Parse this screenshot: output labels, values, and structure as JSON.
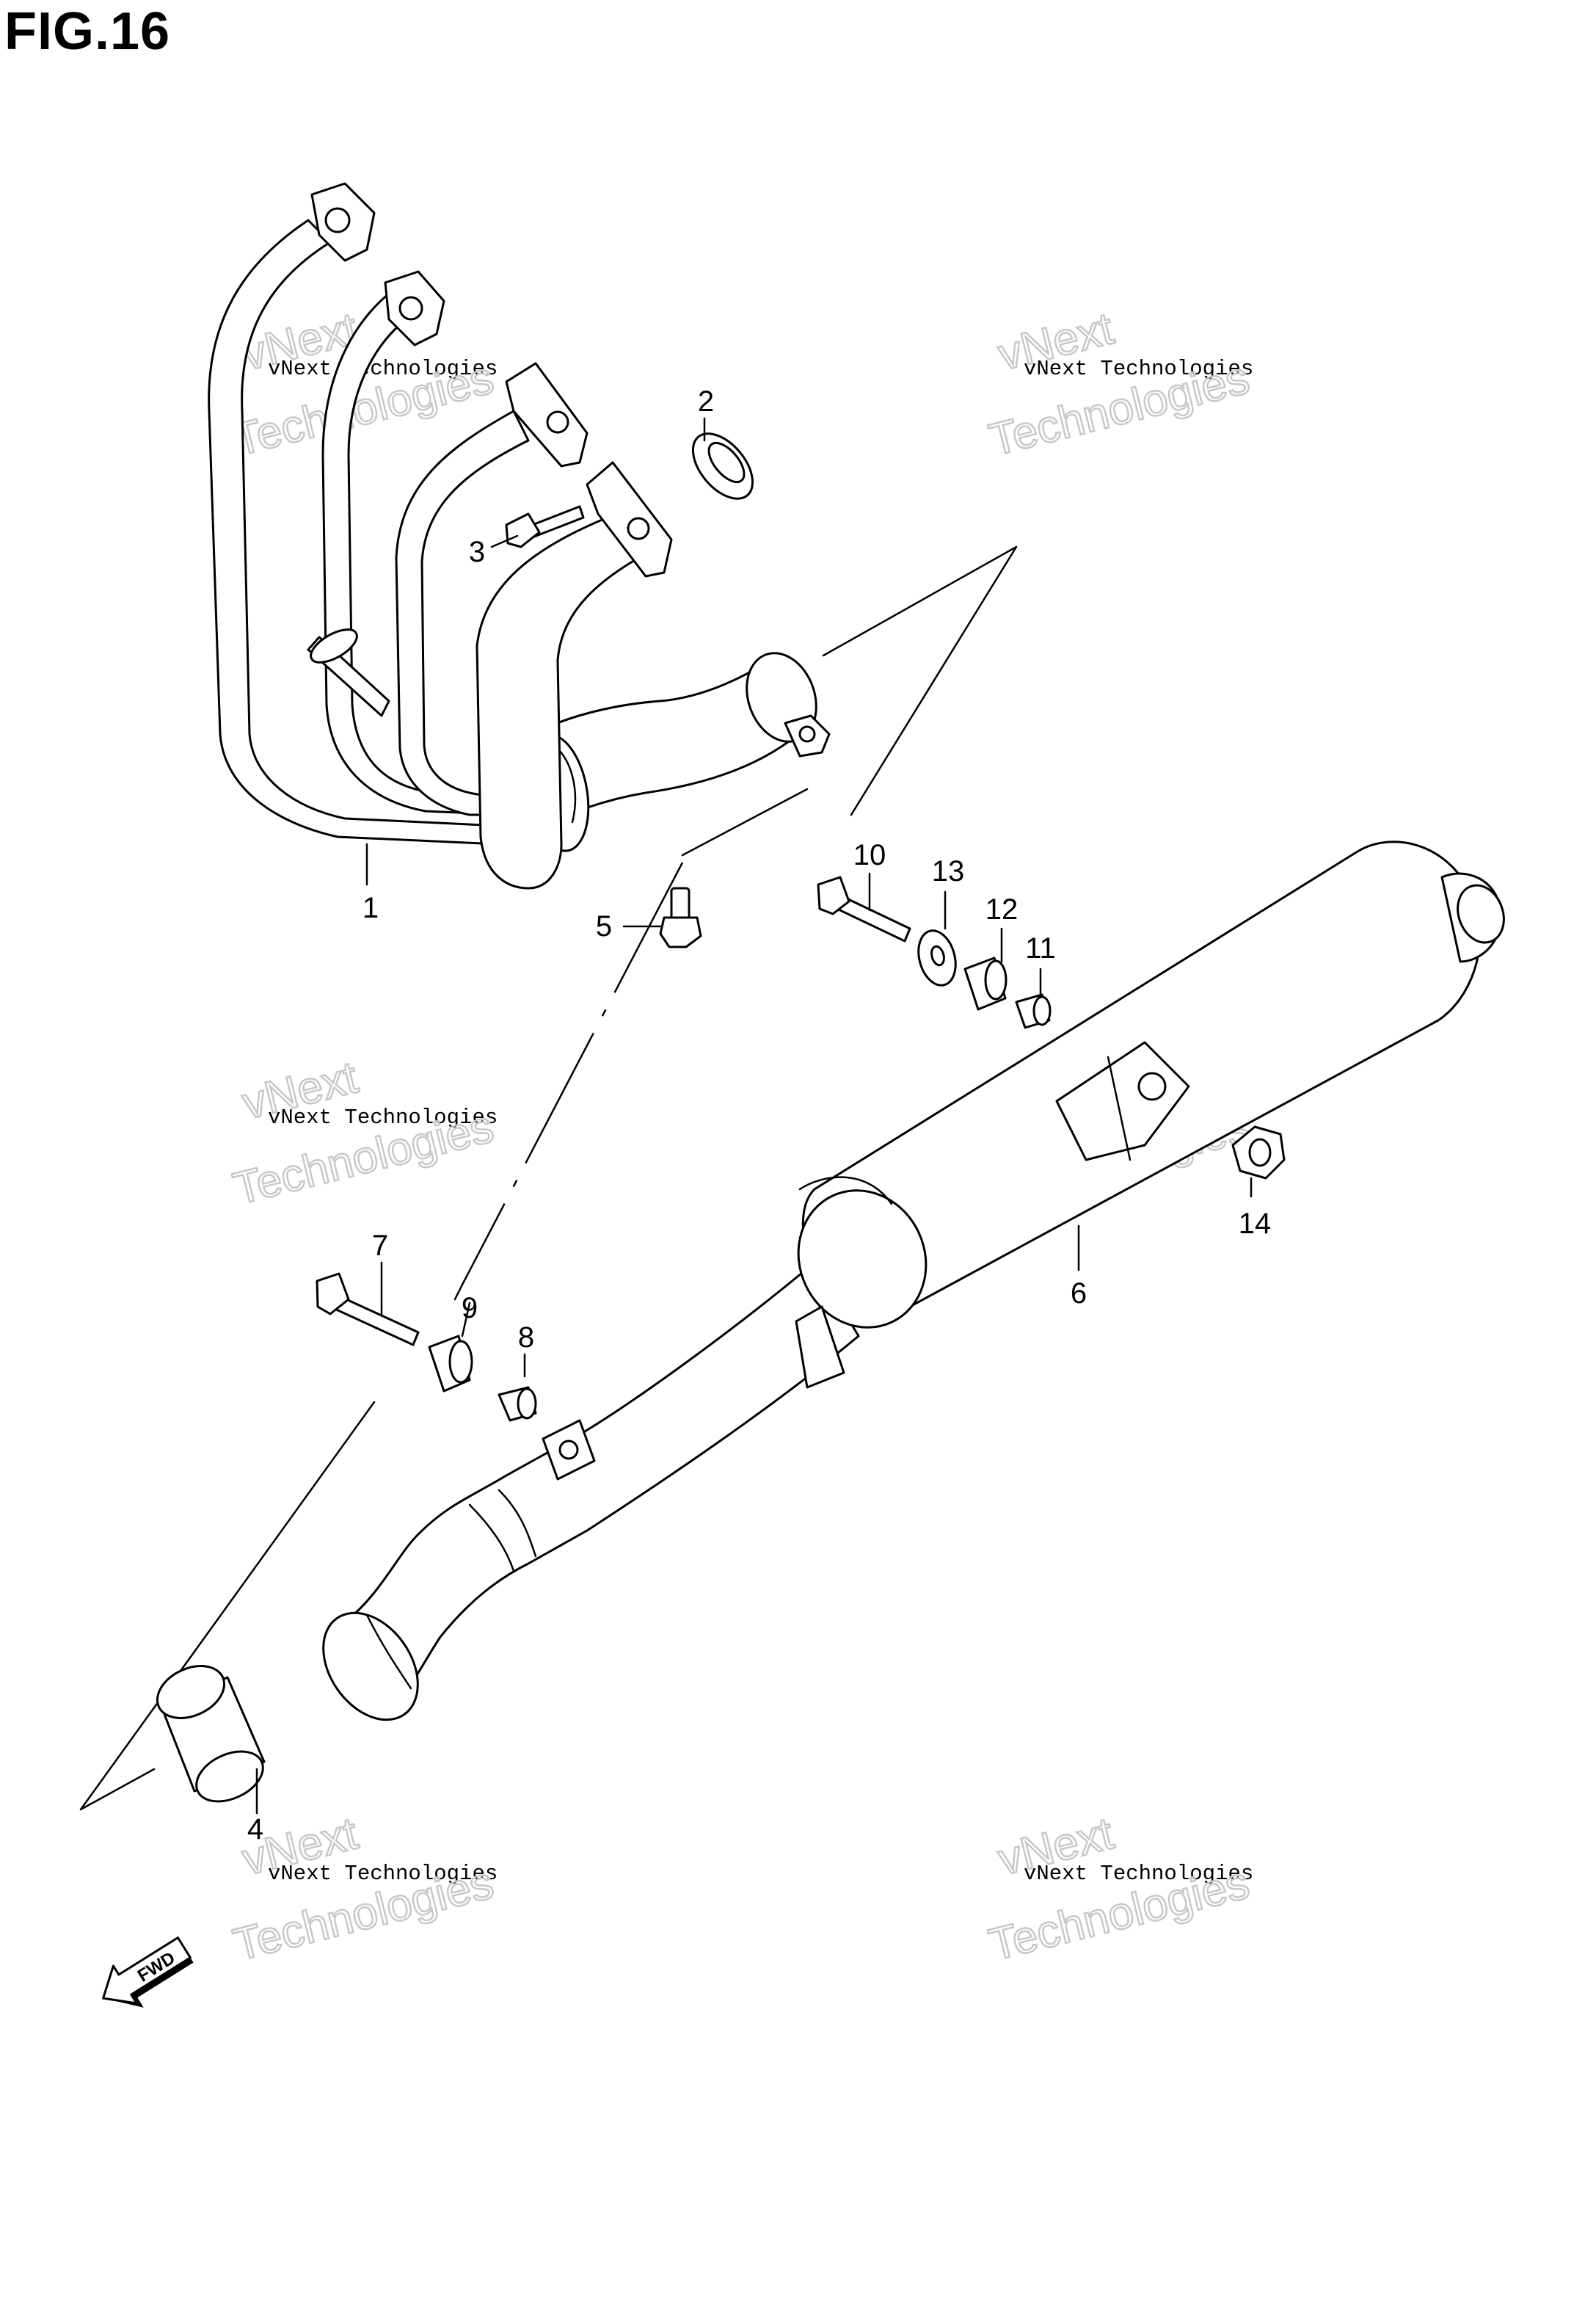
{
  "figure": {
    "title": "FIG.16"
  },
  "callouts": [
    {
      "id": "c1",
      "label": "1"
    },
    {
      "id": "c2",
      "label": "2"
    },
    {
      "id": "c3",
      "label": "3"
    },
    {
      "id": "c4",
      "label": "4"
    },
    {
      "id": "c5",
      "label": "5"
    },
    {
      "id": "c6",
      "label": "6"
    },
    {
      "id": "c7",
      "label": "7"
    },
    {
      "id": "c8",
      "label": "8"
    },
    {
      "id": "c9",
      "label": "9"
    },
    {
      "id": "c10",
      "label": "10"
    },
    {
      "id": "c11",
      "label": "11"
    },
    {
      "id": "c12",
      "label": "12"
    },
    {
      "id": "c13",
      "label": "13"
    },
    {
      "id": "c14",
      "label": "14"
    }
  ],
  "watermark": {
    "line1": "vNext",
    "line2": "vNext Technologies",
    "line3": "Technologies"
  },
  "fwd_arrow": {
    "label": "FWD"
  }
}
